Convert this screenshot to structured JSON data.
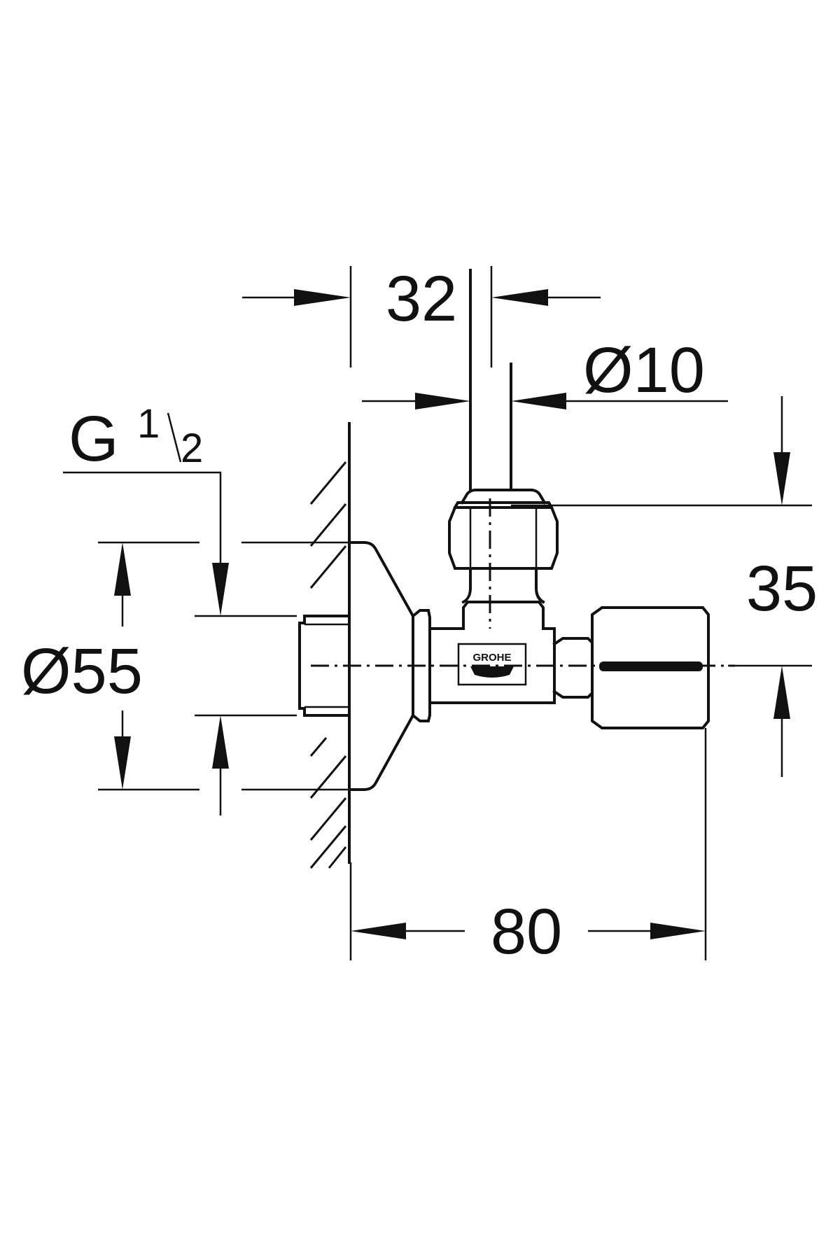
{
  "dimensions": {
    "width_32": "32",
    "pipe_diameter": "Ø10",
    "thread": "G",
    "thread_num": "1",
    "thread_den": "2",
    "flange_diameter": "Ø55",
    "height_35": "35",
    "length_80": "80"
  },
  "logo": {
    "brand": "GROHE"
  },
  "colors": {
    "line": "#111111",
    "background": "#ffffff"
  }
}
